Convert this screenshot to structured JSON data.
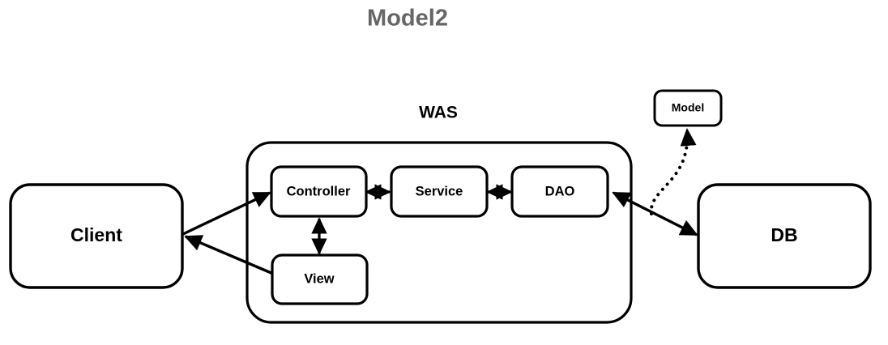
{
  "diagram": {
    "title": "Model2",
    "title_color": "#666666",
    "background": "#ffffff",
    "stroke_color": "#000000",
    "node_fill": "#ffffff",
    "container": {
      "label": "WAS",
      "label_color": "#000000"
    },
    "nodes": {
      "client": {
        "label": "Client"
      },
      "db": {
        "label": "DB"
      },
      "controller": {
        "label": "Controller"
      },
      "service": {
        "label": "Service"
      },
      "dao": {
        "label": "DAO"
      },
      "view": {
        "label": "View"
      },
      "model": {
        "label": "Model"
      }
    },
    "edges": {
      "client_to_controller": {
        "label": "",
        "style": "solid",
        "arrow": "single"
      },
      "view_to_client": {
        "label": "",
        "style": "solid",
        "arrow": "single"
      },
      "controller_to_service": {
        "label": "",
        "style": "solid",
        "arrow": "double"
      },
      "service_to_dao": {
        "label": "",
        "style": "solid",
        "arrow": "double"
      },
      "dao_to_db": {
        "label": "",
        "style": "solid",
        "arrow": "double"
      },
      "controller_to_view": {
        "label": "",
        "style": "solid",
        "arrow": "double"
      },
      "db_to_model": {
        "label": "",
        "style": "dotted",
        "arrow": "single"
      }
    }
  }
}
